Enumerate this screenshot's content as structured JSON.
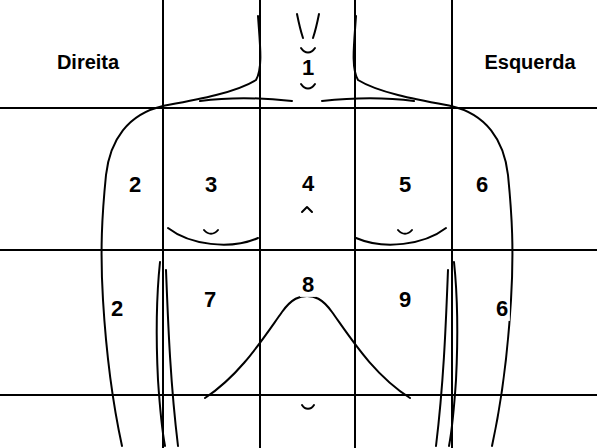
{
  "diagram": {
    "labels": [
      "Direita",
      "Esquerda",
      "1",
      "2",
      "3",
      "4",
      "5",
      "6",
      "2",
      "7",
      "8",
      "9",
      "6"
    ]
  }
}
